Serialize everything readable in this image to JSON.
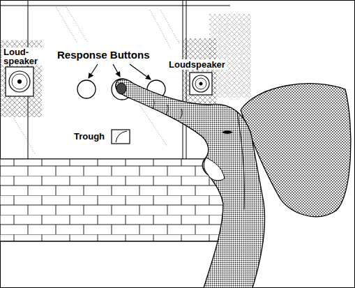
{
  "diagram": {
    "labels": [
      "Loud- speaker",
      "Response Buttons",
      "Loudspeaker",
      "Trough"
    ]
  }
}
